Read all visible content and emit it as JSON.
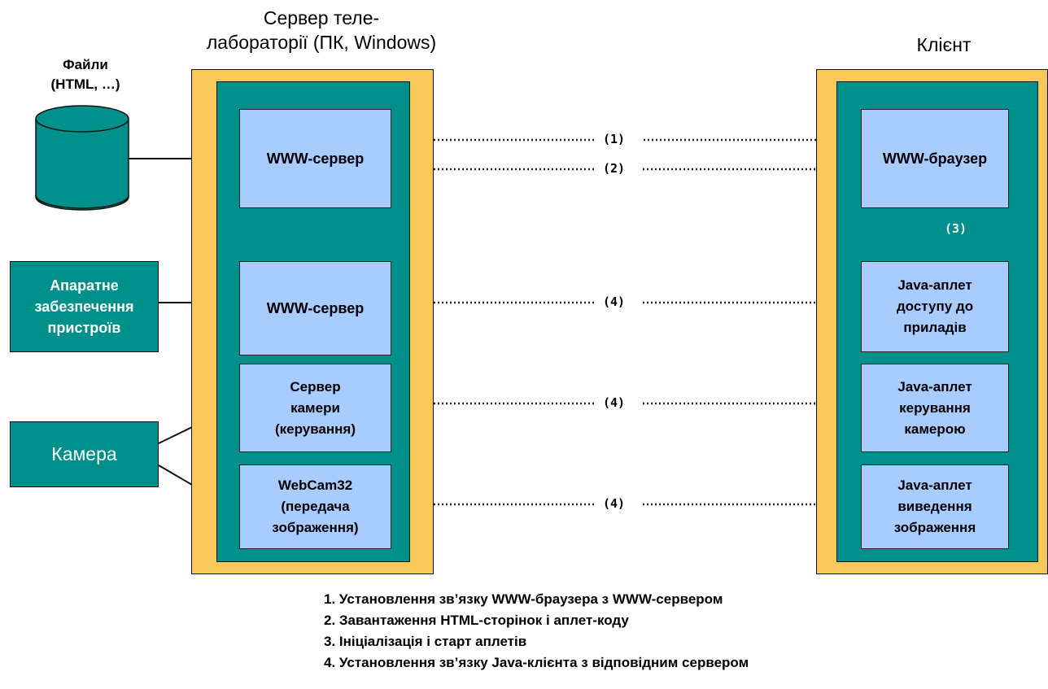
{
  "server": {
    "title": "Сервер теле-\nлабораторії (ПК, Windows)",
    "www_server_1": "WWW-сервер",
    "www_server_2": "WWW-сервер",
    "camera_server": "Сервер\nкамери\n(керування)",
    "webcam": "WebCam32\n(передача\nзображення)"
  },
  "client": {
    "title": "Клієнт",
    "browser": "WWW-браузер",
    "applet_access": "Java-аплет\nдоступу до\nприладів",
    "applet_camera": "Java-аплет\nкерування\nкамерою",
    "applet_image": "Java-аплет\nвиведення\nзображення"
  },
  "external": {
    "files": "Файли\n(HTML, …)",
    "hardware": "Апаратне\nзабезпечення\nпристроїв",
    "camera": "Камера"
  },
  "arrows": {
    "a1": "(1)",
    "a2": "(2)",
    "a3": "(3)",
    "a4a": "(4)",
    "a4b": "(4)",
    "a4c": "(4)"
  },
  "legend": [
    "1. Установлення зв’язку WWW-браузера з WWW-сервером",
    "2. Завантаження HTML-сторінок і аплет-коду",
    "3. Ініціалізація і старт аплетів",
    "4. Установлення зв’язку Java-клієнта з відповідним сервером"
  ],
  "colors": {
    "frame": "#f9c85a",
    "inner": "#00908c",
    "box": "#a8ccff"
  }
}
